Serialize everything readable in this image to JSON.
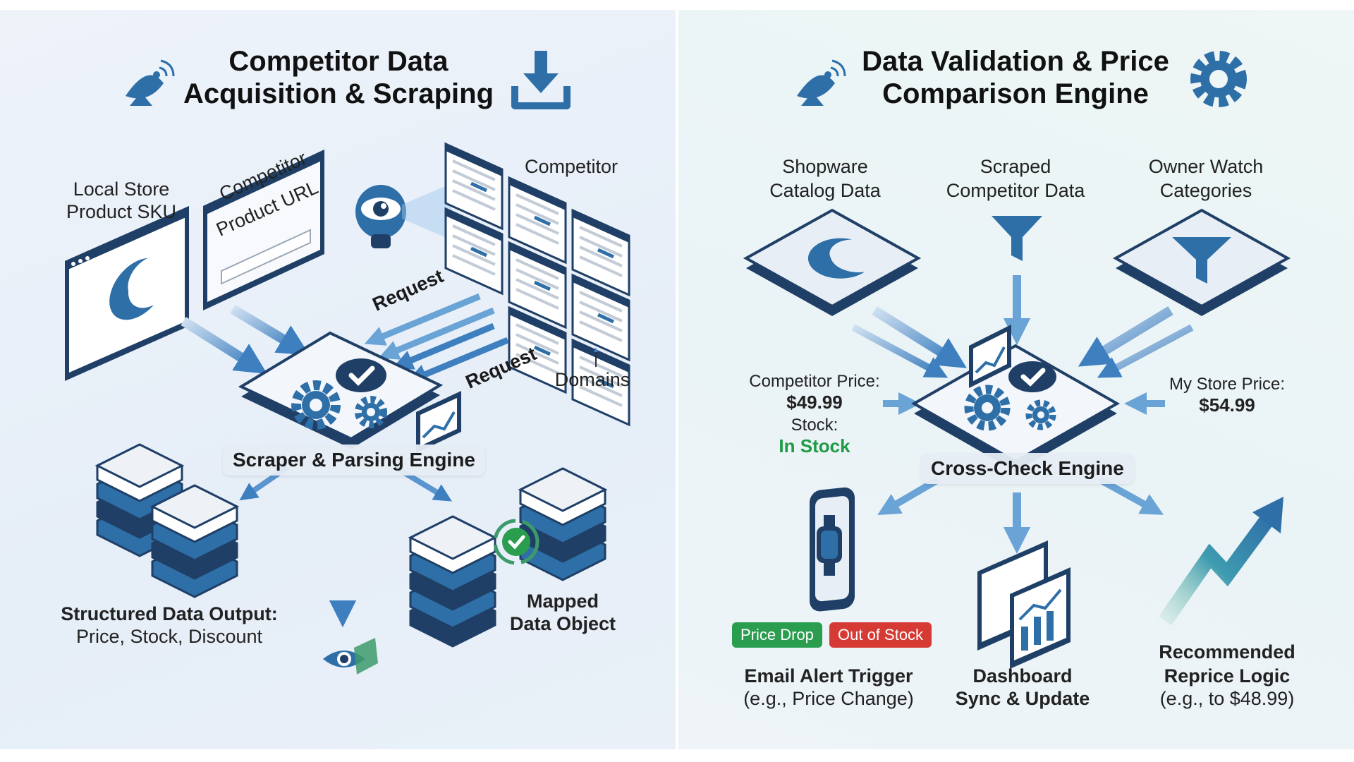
{
  "left": {
    "title_line1": "Competitor Data",
    "title_line2": "Acquisition & Scraping",
    "local_sku_line1": "Local Store",
    "local_sku_line2": "Product SKU",
    "competitor_url_line1": "Competitor",
    "competitor_url_line2": "Product URL",
    "competitor_label": "Competitor",
    "domains_label": "Domains",
    "request_top": "Request",
    "request_bottom": "Request",
    "engine": "Scraper & Parsing Engine",
    "structured_line1": "Structured Data Output:",
    "structured_line2": "Price, Stock, Discount",
    "mapped_line1": "Mapped",
    "mapped_line2": "Data Object"
  },
  "right": {
    "title_line1": "Data Validation & Price",
    "title_line2": "Comparison Engine",
    "shopware_line1": "Shopware",
    "shopware_line2": "Catalog Data",
    "scraped_line1": "Scraped",
    "scraped_line2": "Competitor Data",
    "owner_line1": "Owner Watch",
    "owner_line2": "Categories",
    "competitor_price_label": "Competitor Price:",
    "competitor_price_value": "$49.99",
    "stock_label": "Stock:",
    "stock_value": "In Stock",
    "my_price_label": "My Store Price:",
    "my_price_value": "$54.99",
    "engine": "Cross-Check Engine",
    "tag_price_drop": "Price Drop",
    "tag_out_of_stock": "Out of Stock",
    "email_line1": "Email Alert Trigger",
    "email_line2": "(e.g., Price Change)",
    "dashboard_line1": "Dashboard",
    "dashboard_line2": "Sync & Update",
    "reprice_line1": "Recommended",
    "reprice_line2": "Reprice Logic",
    "reprice_line3": "(e.g., to $48.99)"
  },
  "colors": {
    "primary_blue": "#2e6fa8",
    "dark_navy": "#1f3f66",
    "tag_green": "#2a9d4f",
    "tag_red": "#d63a34",
    "in_stock_green": "#1f9a45"
  },
  "icons": [
    "satellite-dish-icon",
    "download-icon",
    "gear-icon",
    "eye-camera-icon",
    "funnel-icon",
    "smartwatch-icon",
    "trend-arrow-icon",
    "checkmark-icon",
    "database-icon",
    "shopware-logo-icon",
    "bar-chart-icon"
  ]
}
